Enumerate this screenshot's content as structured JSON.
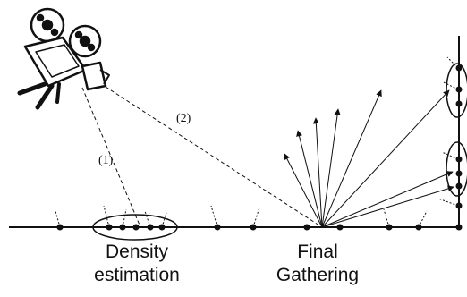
{
  "labels": {
    "path1": "(1)",
    "path2": "(2)",
    "density_line1": "Density",
    "density_line2": "estimation",
    "final_line1": "Final",
    "final_line2": "Gathering"
  },
  "colors": {
    "ink": "#111111"
  },
  "icons": {
    "camera": "movie-camera-icon"
  }
}
